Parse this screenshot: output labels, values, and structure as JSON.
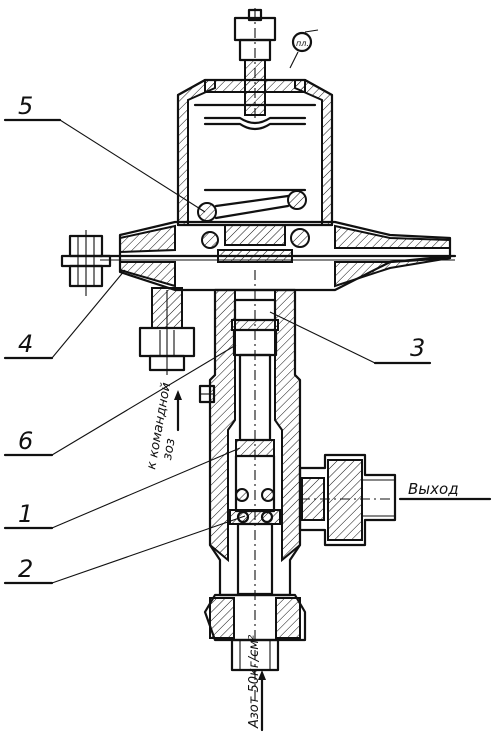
{
  "callouts": [
    {
      "id": "5",
      "text": "5"
    },
    {
      "id": "4",
      "text": "4"
    },
    {
      "id": "3",
      "text": "3"
    },
    {
      "id": "6",
      "text": "6"
    },
    {
      "id": "1",
      "text": "1"
    },
    {
      "id": "2",
      "text": "2"
    }
  ],
  "labels": {
    "outlet": "Выход",
    "chamber_line1": "к командной",
    "chamber_line2": "зоз",
    "inlet": "Азот 50кг/см²",
    "seal_mark": "пл."
  }
}
